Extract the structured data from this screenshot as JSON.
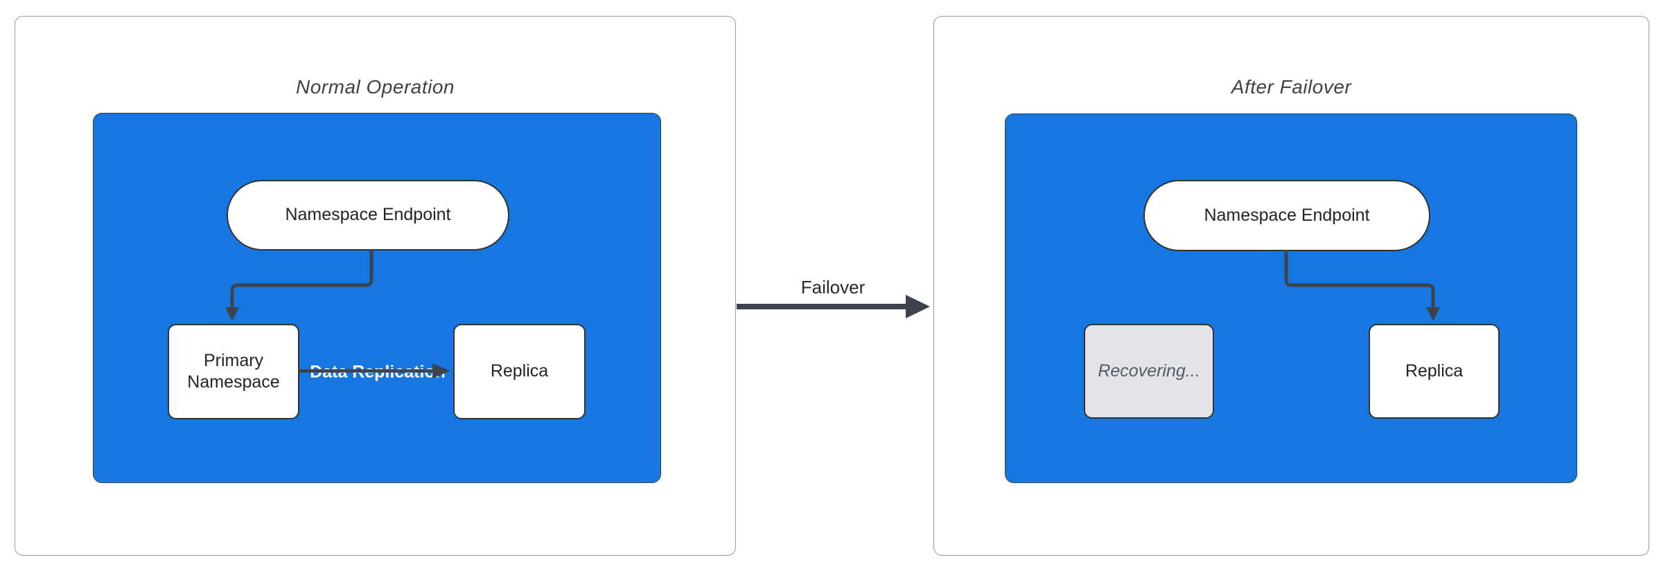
{
  "diagram": {
    "failover_arrow_label": "Failover",
    "panels": [
      {
        "title": "Normal Operation",
        "endpoint_label": "Namespace Endpoint",
        "left_node": "Primary Namespace",
        "right_node": "Replica",
        "edge_label": "Data Replication"
      },
      {
        "title": "After Failover",
        "endpoint_label": "Namespace Endpoint",
        "left_node": "Recovering...",
        "right_node": "Replica"
      }
    ],
    "colors": {
      "cluster_blue": "#1777e0",
      "arrow_dark": "#3d434e",
      "node_border": "#313131",
      "card_border": "#9a9a9a",
      "recovering_fill": "#e3e4e7",
      "recovering_text": "#535b65",
      "edge_label_text": "#ffffff",
      "node_text": "#1f2328"
    }
  }
}
